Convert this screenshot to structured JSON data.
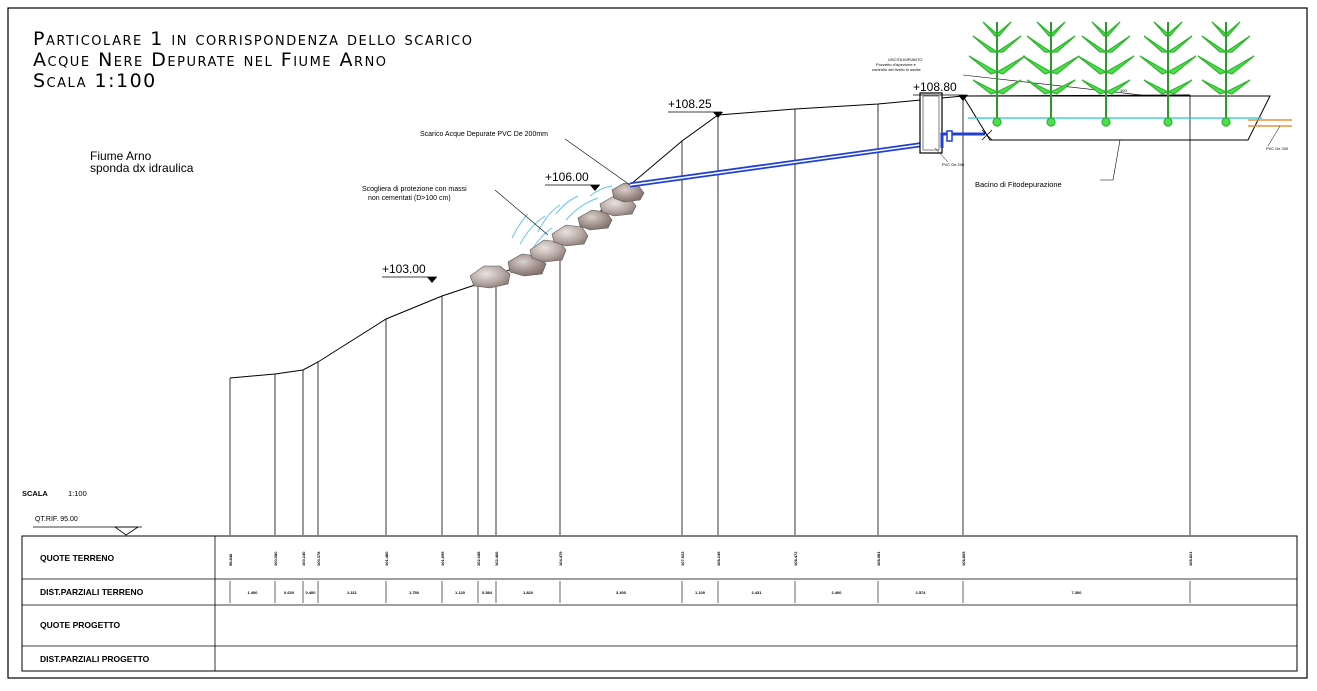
{
  "title": {
    "line1": "Particolare 1 in corrispondenza dello scarico",
    "line2": "Acque Nere Depurate nel Fiume Arno",
    "line3": "Scala 1:100"
  },
  "river_label": {
    "line1": "Fiume Arno",
    "line2": "sponda dx idraulica"
  },
  "annotations": {
    "scarico": "Scarico Acque Depurate PVC De 200mm",
    "scogliera_1": "Scogliera di protezione con massi",
    "scogliera_2": "non cementati (D>100 cm)",
    "uscita_1": "USCITA IMPIANTO",
    "uscita_2": "Pozzetto d'ispezione e",
    "uscita_3": "controllo del livello in uscita",
    "pvc_small": "PVC De 200",
    "pvc_right": "PVC De 200",
    "bacino": "Bacino di Fitodepurazione",
    "bacino_tag": "300"
  },
  "elevations": {
    "e1": "+103.00",
    "e2": "+106.00",
    "e3": "+108.25",
    "e4": "+108.80"
  },
  "scale_block": {
    "label": "SCALA",
    "value": "1:100",
    "ref": "QT.RIF. 95.00"
  },
  "table": {
    "rows": [
      "QUOTE TERRENO",
      "DIST.PARZIALI TERRENO",
      "QUOTE PROGETTO",
      "DIST.PARZIALI PROGETTO"
    ],
    "quote_terreno": [
      "98.846",
      "100.080",
      "100.140",
      "100.378",
      "101.480",
      "101.699",
      "102.188",
      "102.466",
      "104.479",
      "107.923",
      "108.249",
      "108.472",
      "108.581",
      "108.805",
      "108.821"
    ],
    "dist_terreno": [
      "1.400",
      "0.630",
      "0.400",
      "2.311",
      "1.750",
      "1.120",
      "0.584",
      "1.820",
      "3.400",
      "1.100",
      "2.431",
      "2.400",
      "2.574",
      "7.300"
    ]
  },
  "colors": {
    "pipe": "#1f3fd6",
    "water": "#66c4ee",
    "plant": "#33dd33",
    "orange_pipe": "#e8923a",
    "cyan_line": "#22c8d8"
  }
}
